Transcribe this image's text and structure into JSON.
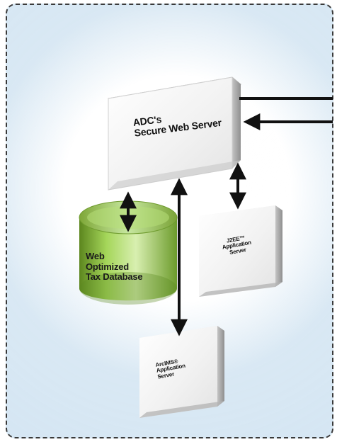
{
  "diagram": {
    "nodes": {
      "web_server": {
        "label": "ADC's\nSecure Web Server"
      },
      "tax_database": {
        "label": "Web\nOptimized\nTax Database"
      },
      "j2ee_server": {
        "label": "J2EE™\nApplication\nServer"
      },
      "arcims_server": {
        "label": "ArcIMS®\nApplication\nServer"
      }
    },
    "colors": {
      "frame_border": "#3a3a3a",
      "frame_background": "#d5e6f3",
      "server_face": "#efefef",
      "server_shadow": "#b8b8b8",
      "database_green": "#8fbd3e",
      "arrow": "#111111"
    }
  }
}
